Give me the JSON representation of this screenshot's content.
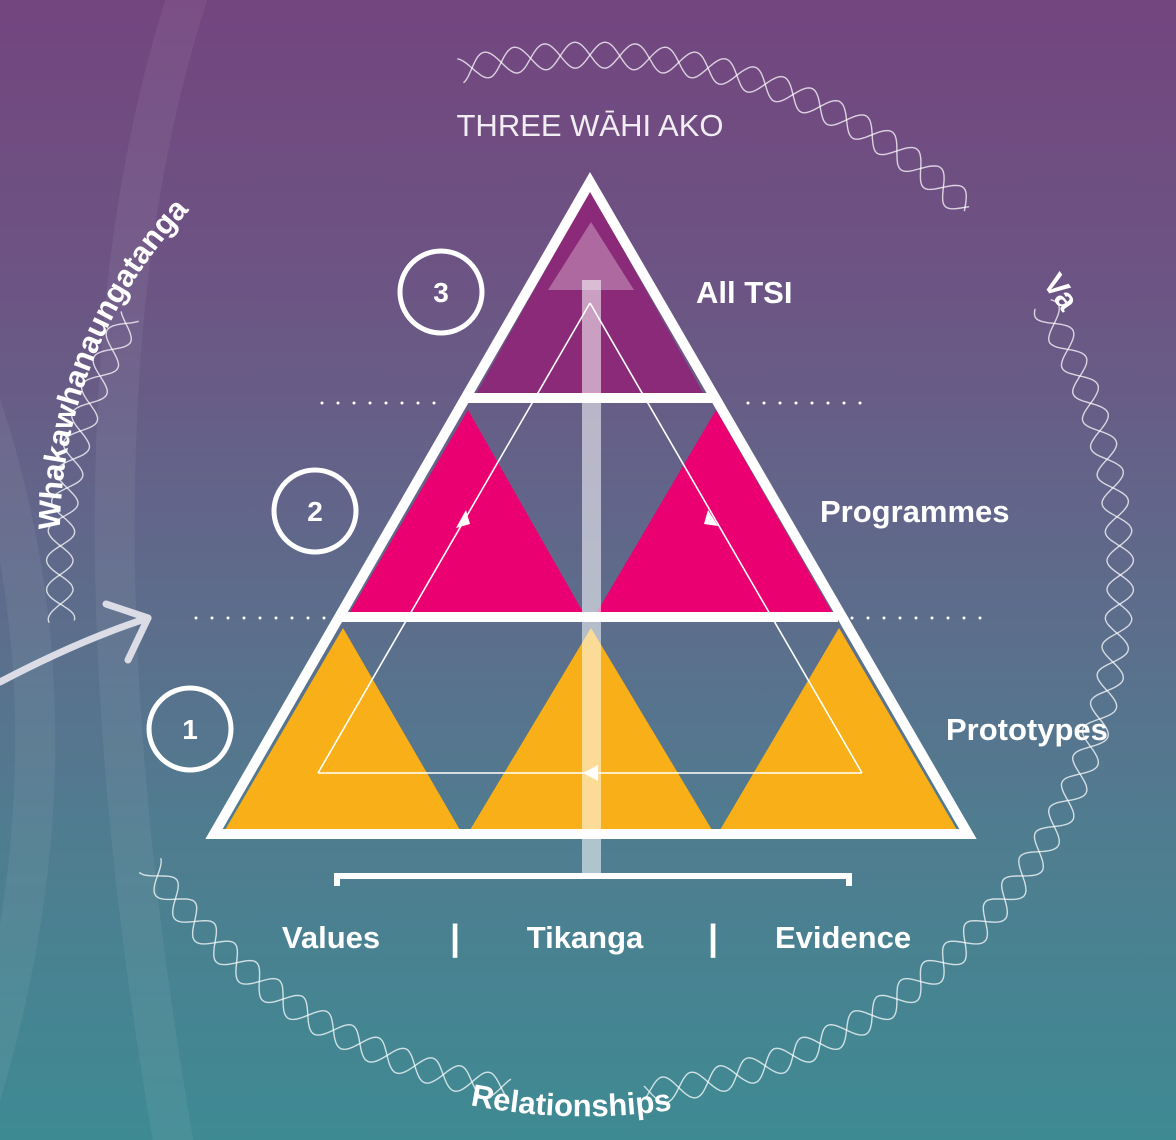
{
  "title": "THREE WĀHI AKO",
  "levels": [
    {
      "number": "1",
      "label": "Prototypes"
    },
    {
      "number": "2",
      "label": "Programmes"
    },
    {
      "number": "3",
      "label": "All TSI"
    }
  ],
  "foundations": [
    "Values",
    "Tikanga",
    "Evidence"
  ],
  "separator": "|",
  "ring_labels": {
    "left": "Whakawhanaungatanga",
    "right": "Va",
    "bottom": "Relationships"
  },
  "colors": {
    "level1": "#f9b018",
    "level2": "#ea0071",
    "level3": "#8b2a78",
    "line": "#ffffff"
  }
}
